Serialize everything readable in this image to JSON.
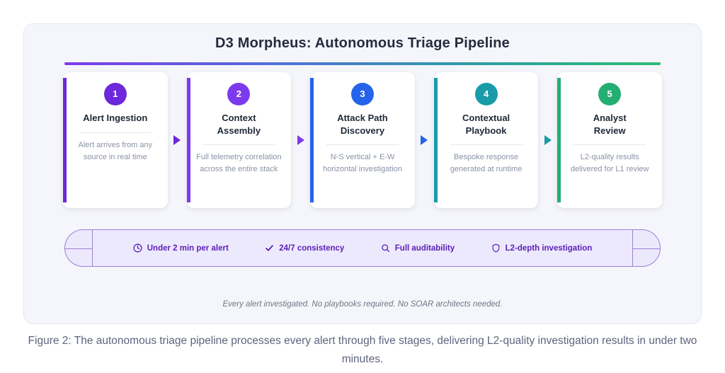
{
  "panel": {
    "title": "D3 Morpheus: Autonomous Triage Pipeline",
    "note": "Every alert investigated. No playbooks required. No SOAR architects needed."
  },
  "colors": {
    "panel_bg": "#F5F6FB",
    "pill_bg": "#EDE9FD",
    "pill_border": "#9B7FD4",
    "feature_text": "#5B21B6",
    "gradient": [
      "#7C3AED",
      "#4E74D6",
      "#2E9BA4",
      "#2CBE74"
    ]
  },
  "stages": [
    {
      "number": "1",
      "title": "Alert Ingestion",
      "desc": "Alert arrives from any source in real time",
      "accent": "#6D28D9"
    },
    {
      "number": "2",
      "title": "Context Assembly",
      "desc": "Full telemetry correlation across the entire stack",
      "accent": "#7C3AED"
    },
    {
      "number": "3",
      "title": "Attack Path Discovery",
      "desc": "N-S vertical + E-W horizontal investigation",
      "accent": "#2563EB"
    },
    {
      "number": "4",
      "title": "Contextual Playbook",
      "desc": "Bespoke response generated at runtime",
      "accent": "#1A9BA8"
    },
    {
      "number": "5",
      "title": "Analyst Review",
      "desc": "L2-quality results delivered for L1 review",
      "accent": "#24AE73"
    }
  ],
  "features": [
    {
      "icon": "clock-icon",
      "label": "Under 2 min per alert"
    },
    {
      "icon": "check-icon",
      "label": "24/7 consistency"
    },
    {
      "icon": "search-icon",
      "label": "Full auditability"
    },
    {
      "icon": "shield-icon",
      "label": "L2-depth investigation"
    }
  ],
  "caption": "Figure 2: The autonomous triage pipeline processes every alert through five stages, delivering L2-quality investigation results in under two minutes."
}
